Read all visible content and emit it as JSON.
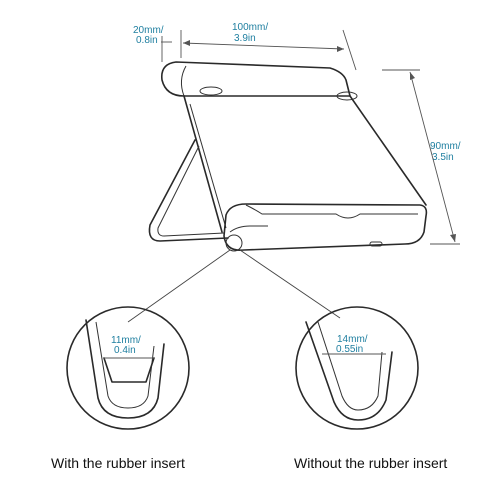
{
  "dimensions": {
    "depth_mm": "20mm/",
    "depth_in": "0.8in",
    "width_mm": "100mm/",
    "width_in": "3.9in",
    "height_mm": "90mm/",
    "height_in": "3.5in"
  },
  "details": {
    "with_insert": {
      "gap_mm": "11mm/",
      "gap_in": "0.4in",
      "caption": "With the rubber insert"
    },
    "without_insert": {
      "gap_mm": "14mm/",
      "gap_in": "0.55in",
      "caption": "Without the rubber insert"
    }
  },
  "colors": {
    "dimension_text": "#1f7fa0",
    "line": "#2a2a2a"
  }
}
